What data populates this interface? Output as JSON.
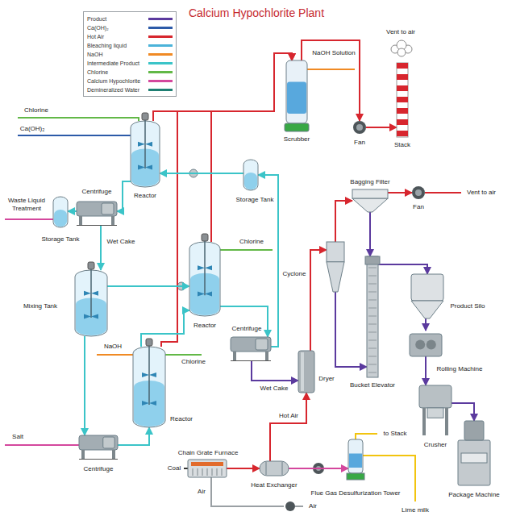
{
  "diagram": {
    "title": "Calcium Hypochlorite Plant",
    "nodes": [
      {
        "text": [
          "Scrubber"
        ]
      },
      {
        "text": [
          "Fan"
        ]
      },
      {
        "text": [
          "Stack"
        ]
      },
      {
        "text": [
          "Reactor"
        ]
      },
      {
        "text": [
          "Centrifuge"
        ]
      },
      {
        "text": [
          "Storage Tank"
        ]
      },
      {
        "text": [
          "Storage Tank"
        ]
      },
      {
        "text": [
          "Mixing Tank"
        ]
      },
      {
        "text": [
          "Reactor"
        ]
      },
      {
        "text": [
          "Centrifuge"
        ]
      },
      {
        "text": [
          "Reactor"
        ]
      },
      {
        "text": [
          "Centrifuge"
        ]
      },
      {
        "text": [
          "Dryer"
        ]
      },
      {
        "text": [
          "Cyclone"
        ]
      },
      {
        "text": [
          "Bagging Filter"
        ]
      },
      {
        "text": [
          "Fan"
        ]
      },
      {
        "text": [
          "Bucket Elevator"
        ]
      },
      {
        "text": [
          "Product Silo"
        ]
      },
      {
        "text": [
          "Rolling Machine"
        ]
      },
      {
        "text": [
          "Crusher"
        ]
      },
      {
        "text": [
          "Package Machine"
        ]
      },
      {
        "text": [
          "Chain Grate Furnace"
        ]
      },
      {
        "text": [
          "Heat Exchanger"
        ]
      },
      {
        "text": [
          "Flue Gas Desulfurization Tower"
        ]
      }
    ],
    "edges": [
      {
        "from": 3,
        "to": 0,
        "arrow": "to"
      },
      {
        "from": 8,
        "to": 0,
        "arrow": "to"
      },
      {
        "from": 10,
        "to": 0,
        "arrow": "to"
      },
      {
        "from": 0,
        "to": 1,
        "arrow": "to"
      },
      {
        "from": 1,
        "to": 2,
        "arrow": "to"
      },
      {
        "from": 3,
        "to": 4,
        "arrow": "to"
      },
      {
        "from": 4,
        "to": 5,
        "arrow": "to"
      },
      {
        "from": 4,
        "to": 7,
        "label": "Wet Cake",
        "arrow": "to"
      },
      {
        "from": 6,
        "to": 3,
        "arrow": "to"
      },
      {
        "from": 9,
        "to": 6,
        "arrow": "to"
      },
      {
        "from": 7,
        "to": 8,
        "arrow": "to"
      },
      {
        "from": 8,
        "to": 9,
        "arrow": "to"
      },
      {
        "from": 9,
        "to": 12,
        "label": "Wet Cake",
        "arrow": "to"
      },
      {
        "from": 10,
        "to": 8,
        "arrow": "to"
      },
      {
        "from": 7,
        "to": 11,
        "arrow": "to"
      },
      {
        "from": 11,
        "to": 10,
        "arrow": "to"
      },
      {
        "from": 12,
        "to": 13,
        "arrow": "to"
      },
      {
        "from": 13,
        "to": 14,
        "arrow": "to"
      },
      {
        "from": 14,
        "to": 15,
        "arrow": "to"
      },
      {
        "from": 13,
        "to": 16,
        "arrow": "to"
      },
      {
        "from": 14,
        "to": 16,
        "arrow": "to"
      },
      {
        "from": 16,
        "to": 17,
        "arrow": "to"
      },
      {
        "from": 17,
        "to": 18,
        "arrow": "to"
      },
      {
        "from": 18,
        "to": 19,
        "arrow": "to"
      },
      {
        "from": 19,
        "to": 20,
        "arrow": "to"
      },
      {
        "from": 21,
        "to": 22,
        "arrow": "to"
      },
      {
        "from": 22,
        "to": 12,
        "label": "Hot Air",
        "arrow": "to"
      },
      {
        "from": 22,
        "to": 23,
        "arrow": "to"
      }
    ],
    "labels": [
      "Vent to air",
      "NaOH Solution",
      "Chlorine",
      "Ca(OH)₂",
      "Waste Liquid Treatment",
      "Chlorine",
      "Vent to air",
      "NaOH",
      "Chlorine",
      "Salt",
      "Coal",
      "Air",
      "Air",
      "to Stack",
      "Lime milk"
    ],
    "legend": [
      {
        "text": "Product",
        "color": "#5b3a9e"
      },
      {
        "text": "Ca(OH)₂",
        "color": "#2c5aa8"
      },
      {
        "text": "Hot Air",
        "color": "#d7262e"
      },
      {
        "text": "Bleaching liquid",
        "color": "#4bb3d9"
      },
      {
        "text": "NaOH",
        "color": "#f08a24"
      },
      {
        "text": "Intermediate Product",
        "color": "#3bc4c8"
      },
      {
        "text": "Chlorine",
        "color": "#62b847"
      },
      {
        "text": "Calcium Hypochlorite",
        "color": "#d4479d"
      },
      {
        "text": "Demineralized Water",
        "color": "#1f7f73"
      }
    ]
  }
}
